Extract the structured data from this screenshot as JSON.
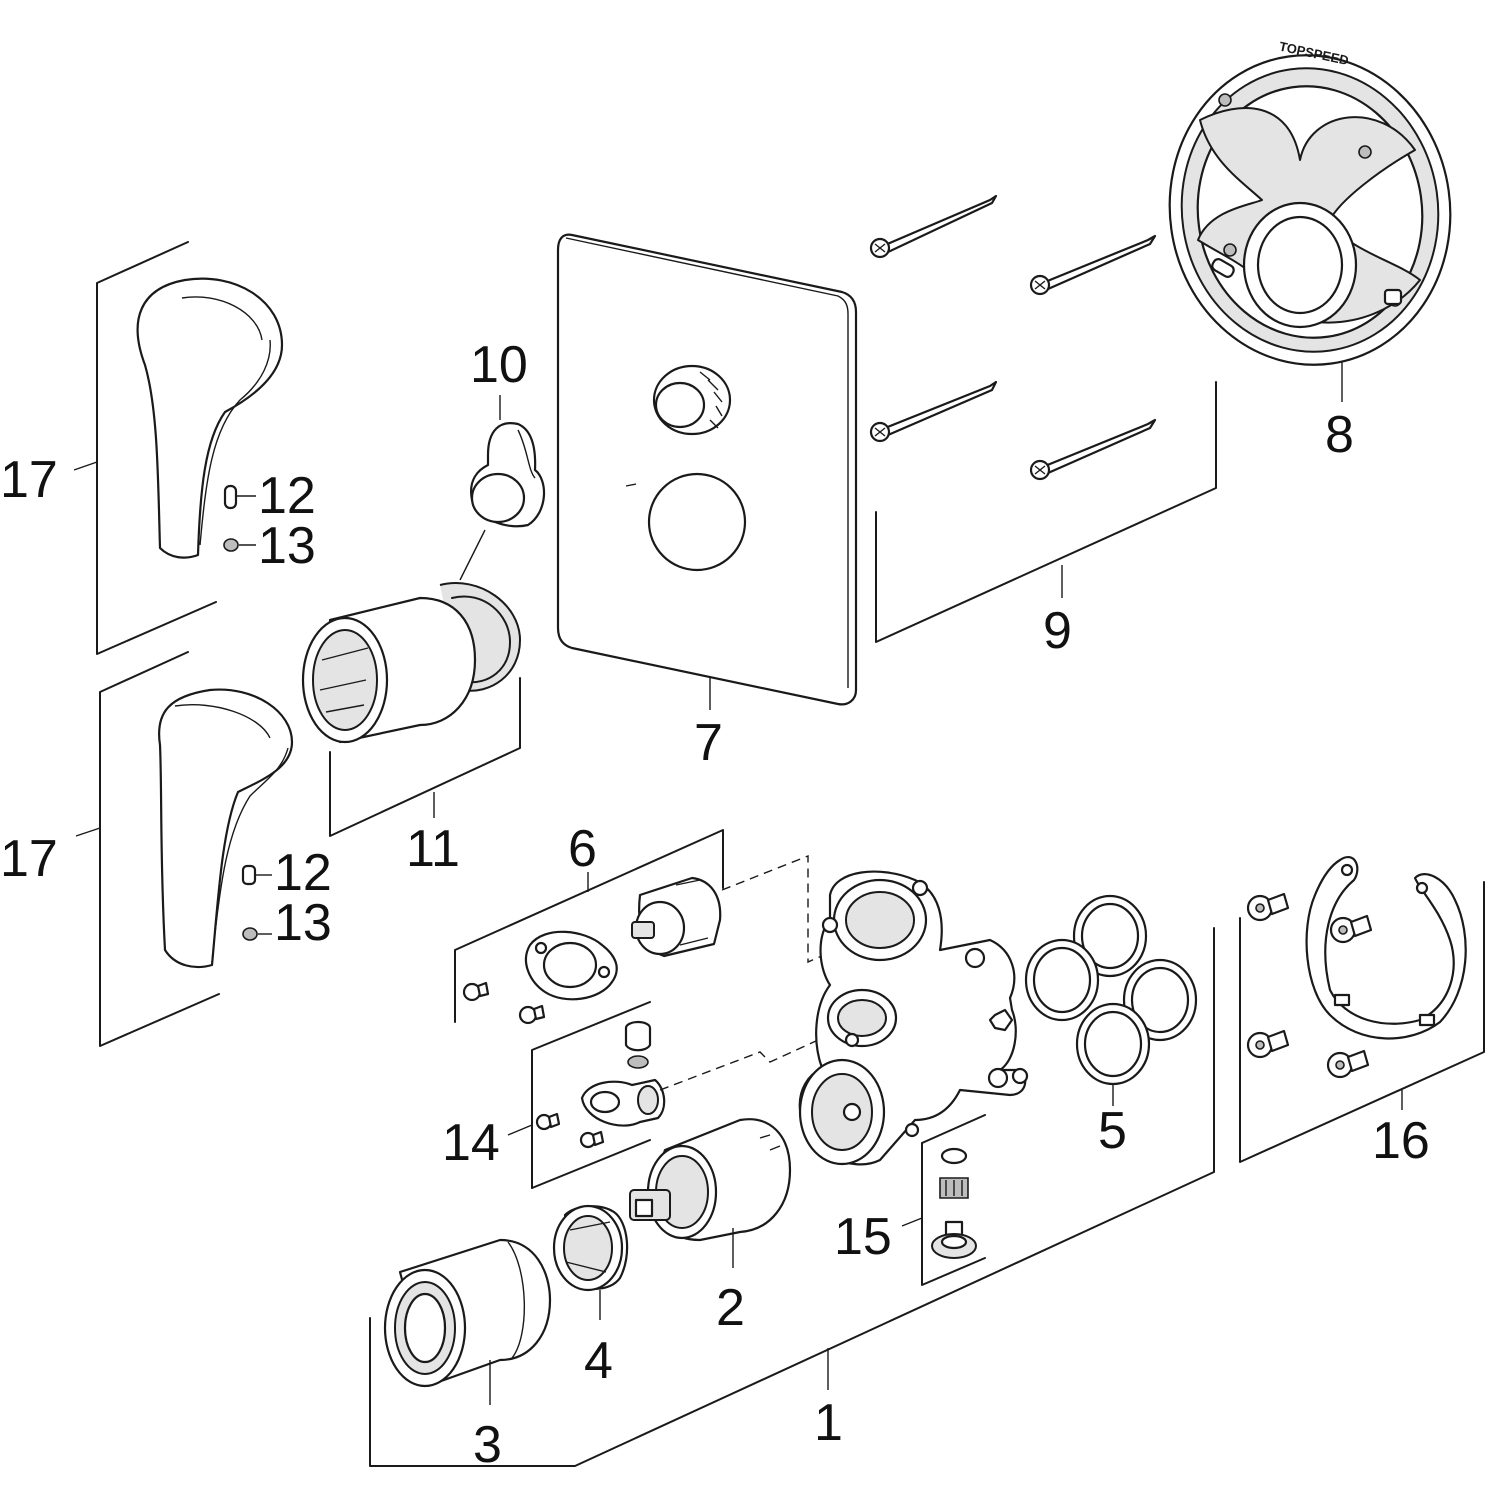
{
  "callouts": {
    "p1": "1",
    "p2": "2",
    "p3": "3",
    "p4": "4",
    "p5": "5",
    "p6": "6",
    "p7": "7",
    "p8": "8",
    "p9": "9",
    "p10": "10",
    "p11": "11",
    "p12_top": "12",
    "p13_top": "13",
    "p12_bottom": "12",
    "p13_bottom": "13",
    "p14": "14",
    "p15": "15",
    "p16": "16",
    "p17_top": "17",
    "p17_bottom": "17"
  },
  "markings": {
    "mounting_ring_logo": "TOPSPEED"
  }
}
